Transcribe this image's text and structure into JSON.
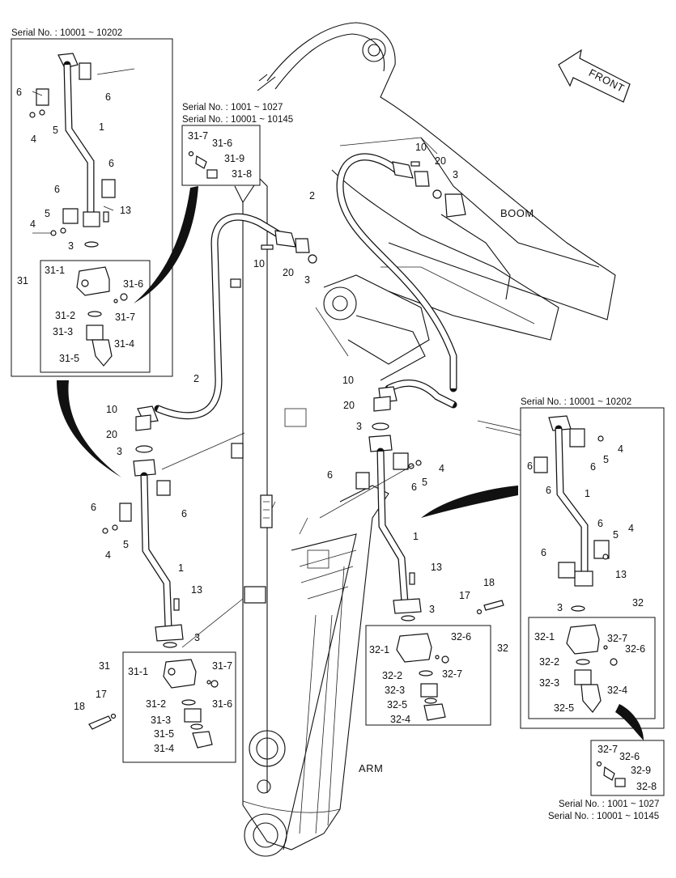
{
  "serials": {
    "top_left": "Serial No. : 10001 ~ 10202",
    "mid_a": "Serial No. : 1001 ~ 1027",
    "mid_b": "Serial No. : 10001 ~ 10145",
    "right": "Serial No. : 10001 ~ 10202",
    "bottom_a": "Serial No. : 1001 ~ 1027",
    "bottom_b": "Serial No. : 10001 ~ 10145"
  },
  "region_labels": {
    "front": "FRONT",
    "boom": "BOOM",
    "arm": "ARM"
  },
  "labels": {
    "n1": "1",
    "n2": "2",
    "n3": "3",
    "n4": "4",
    "n5": "5",
    "n6": "6",
    "n10": "10",
    "n13": "13",
    "n17": "17",
    "n18": "18",
    "n20": "20",
    "n31": "31",
    "n31_1": "31-1",
    "n31_2": "31-2",
    "n31_3": "31-3",
    "n31_4": "31-4",
    "n31_5": "31-5",
    "n31_6": "31-6",
    "n31_7": "31-7",
    "n31_8": "31-8",
    "n31_9": "31-9",
    "n32": "32",
    "n32_1": "32-1",
    "n32_2": "32-2",
    "n32_3": "32-3",
    "n32_4": "32-4",
    "n32_5": "32-5",
    "n32_6": "32-6",
    "n32_7": "32-7",
    "n32_8": "32-8",
    "n32_9": "32-9"
  }
}
